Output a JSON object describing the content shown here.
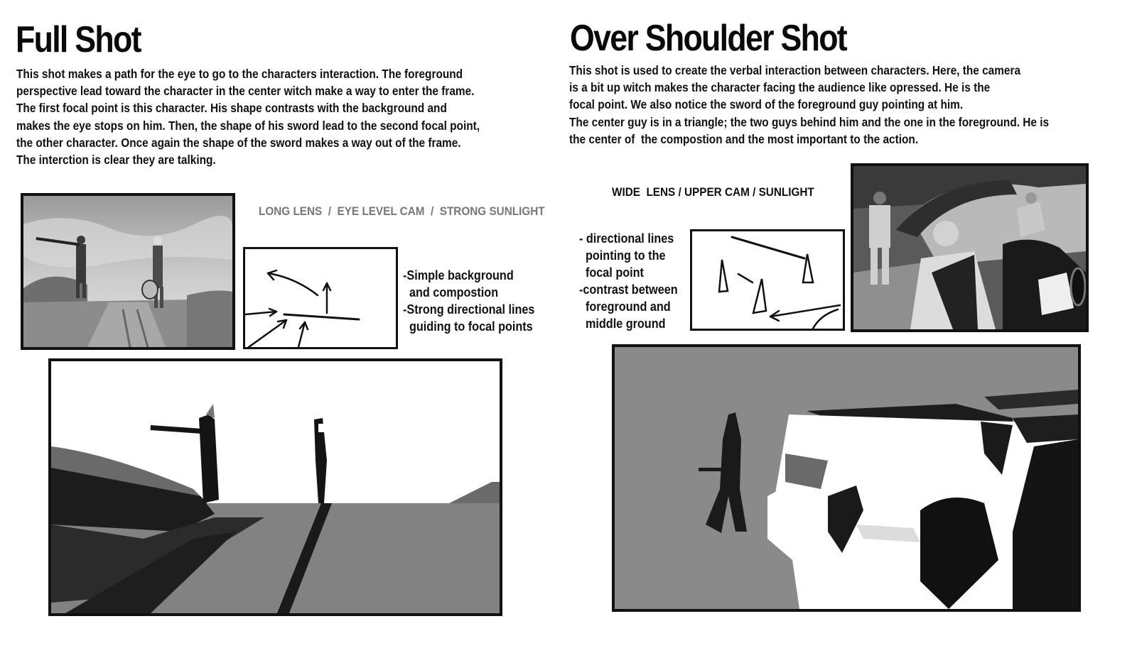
{
  "left": {
    "title": "Full Shot",
    "paragraph": "This shot makes a path for the eye to go to the characters interaction. The foreground\nperspective lead toward the character in the center witch make a way to enter the frame.\nThe first focal point is this character. His shape contrasts with the background and\nmakes the eye stops on him. Then, the shape of his sword lead to the second focal point,\nthe other character. Once again the shape of the sword makes a way out of the frame.\nThe interction is clear they are talking.",
    "tags": "LONG LENS  /  EYE LEVEL CAM  /  STRONG SUNLIGHT",
    "notes": "-Simple background\n  and compostion\n-Strong directional lines\n  guiding to focal points"
  },
  "right": {
    "title": "Over Shoulder Shot",
    "paragraph": "This shot is used to create the verbal interaction between characters. Here, the camera\nis a bit up witch makes the character facing the audience like opressed. He is the\nfocal point. We also notice the sword of the foreground guy pointing at him.\nThe center guy is in a triangle; the two guys behind him and the one in the foreground. He is\nthe center of  the compostion and the most important to the action.",
    "tags": "WIDE  LENS / UPPER CAM / SUNLIGHT",
    "notes": "- directional lines\n  pointing to the\n  focal point\n-contrast between\n  foreground and\n  middle ground"
  },
  "colors": {
    "ink": "#111111",
    "tag_gray": "#777777",
    "paint_gray": "#8a8a8a"
  }
}
